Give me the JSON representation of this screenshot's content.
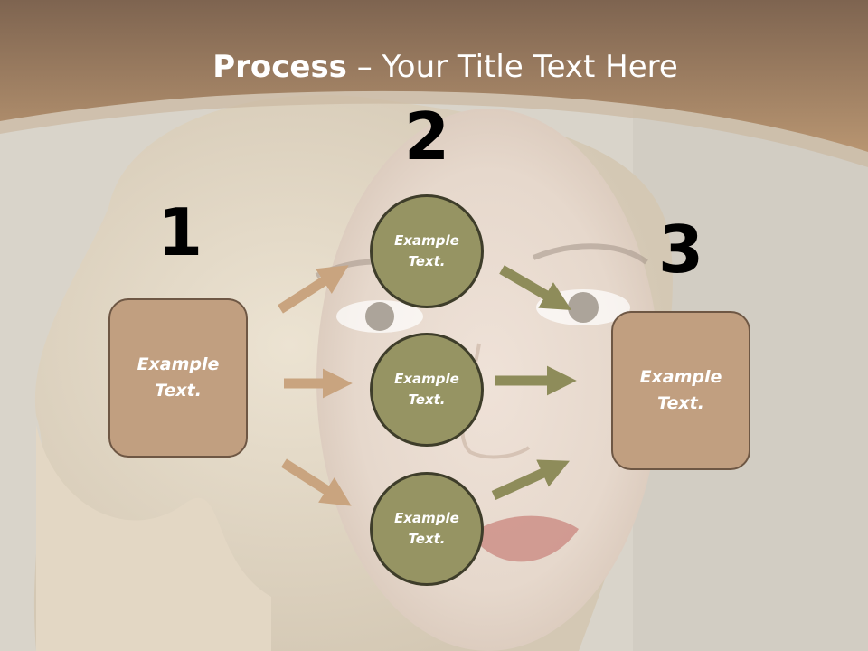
{
  "title": {
    "bold": "Process",
    "rest": " – Your Title Text Here"
  },
  "steps": [
    {
      "number": "1",
      "label_line1": "Example",
      "label_line2": "Text."
    },
    {
      "number": "2"
    },
    {
      "number": "3",
      "label_line1": "Example",
      "label_line2": "Text."
    }
  ],
  "circles": [
    {
      "label_line1": "Example",
      "label_line2": "Text."
    },
    {
      "label_line1": "Example",
      "label_line2": "Text."
    },
    {
      "label_line1": "Example",
      "label_line2": "Text."
    }
  ],
  "colors": {
    "header": "#a9855e",
    "box_fill": "#c19f80",
    "circle_fill": "#969463",
    "left_arrow": "#c9a47f",
    "right_arrow": "#8e8c5a"
  }
}
